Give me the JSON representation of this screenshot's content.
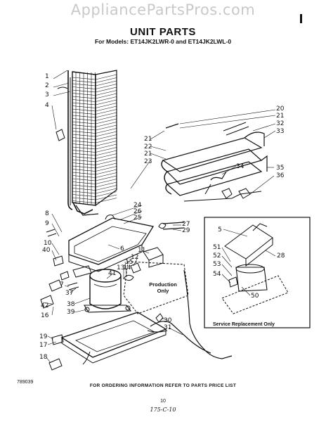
{
  "watermark": "AppliancePartsPros.com",
  "title": "UNIT PARTS",
  "subtitle": "For Models: ET14JK2LWR-0 and ET14JK2LWL-0",
  "callouts": [
    "1",
    "2",
    "3",
    "4",
    "20",
    "21",
    "32",
    "33",
    "21",
    "22",
    "21",
    "23",
    "34",
    "35",
    "36",
    "24",
    "26",
    "25",
    "27",
    "29",
    "8",
    "9",
    "10",
    "40",
    "6",
    "11",
    "12",
    "15",
    "14",
    "13",
    "41",
    "7",
    "37",
    "42",
    "16",
    "38",
    "39",
    "30",
    "31",
    "19",
    "17",
    "18",
    "5",
    "28",
    "51",
    "52",
    "53",
    "54",
    "50"
  ],
  "production_note": "Production Only",
  "service_box_label": "Service Replacement Only",
  "footer_note": "FOR ORDERING INFORMATION REFER TO PARTS PRICE LIST",
  "doc_code": "789039",
  "page_number": "10",
  "handwritten": "175-C-10"
}
